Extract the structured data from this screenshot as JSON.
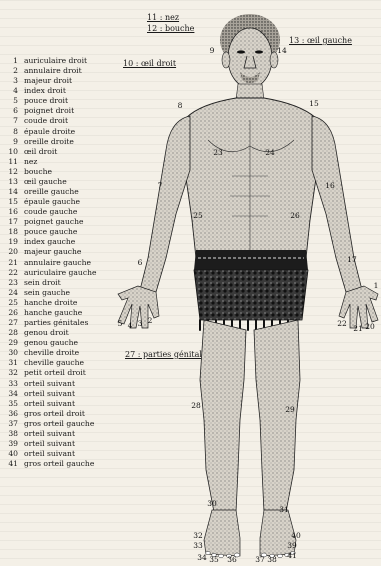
{
  "legend": [
    {
      "n": "1",
      "label": "auriculaire droit"
    },
    {
      "n": "2",
      "label": "annulaire droit"
    },
    {
      "n": "3",
      "label": "majeur droit"
    },
    {
      "n": "4",
      "label": "index droit"
    },
    {
      "n": "5",
      "label": "pouce droit"
    },
    {
      "n": "6",
      "label": "poignet droit"
    },
    {
      "n": "7",
      "label": "coude droit"
    },
    {
      "n": "8",
      "label": "épaule droite"
    },
    {
      "n": "9",
      "label": "oreille droite"
    },
    {
      "n": "10",
      "label": "œil droit"
    },
    {
      "n": "11",
      "label": "nez"
    },
    {
      "n": "12",
      "label": "bouche"
    },
    {
      "n": "13",
      "label": "œil gauche"
    },
    {
      "n": "14",
      "label": "oreille gauche"
    },
    {
      "n": "15",
      "label": "épaule gauche"
    },
    {
      "n": "16",
      "label": "coude gauche"
    },
    {
      "n": "17",
      "label": "poignet gauche"
    },
    {
      "n": "18",
      "label": "pouce gauche"
    },
    {
      "n": "19",
      "label": "index gauche"
    },
    {
      "n": "20",
      "label": "majeur gauche"
    },
    {
      "n": "21",
      "label": "annulaire gauche"
    },
    {
      "n": "22",
      "label": "auriculaire gauche"
    },
    {
      "n": "23",
      "label": "sein droit"
    },
    {
      "n": "24",
      "label": "sein gauche"
    },
    {
      "n": "25",
      "label": "hanche droite"
    },
    {
      "n": "26",
      "label": "hanche gauche"
    },
    {
      "n": "27",
      "label": "parties génitales"
    },
    {
      "n": "28",
      "label": "genou droit"
    },
    {
      "n": "29",
      "label": "genou gauche"
    },
    {
      "n": "30",
      "label": "cheville droite"
    },
    {
      "n": "31",
      "label": "cheville gauche"
    },
    {
      "n": "32",
      "label": "petit orteil droit"
    },
    {
      "n": "33",
      "label": "orteil suivant"
    },
    {
      "n": "34",
      "label": "orteil suivant"
    },
    {
      "n": "35",
      "label": "orteil suivant"
    },
    {
      "n": "36",
      "label": "gros orteil droit"
    },
    {
      "n": "37",
      "label": "gros orteil gauche"
    },
    {
      "n": "38",
      "label": "orteil suivant"
    },
    {
      "n": "39",
      "label": "orteil suivant"
    },
    {
      "n": "40",
      "label": "orteil suivant"
    },
    {
      "n": "41",
      "label": "gros orteil gauche"
    }
  ],
  "callouts": {
    "nez": "11 : nez",
    "bouche": "12 : bouche",
    "oeil_gauche": "13 : œil gauche",
    "oeil_droit": "10 : œil droit",
    "parties_genitales": "27 : parties génitales"
  },
  "figure_numbers": [
    "1",
    "2",
    "3",
    "4",
    "5",
    "6",
    "7",
    "8",
    "9",
    "14",
    "15",
    "16",
    "17",
    "20",
    "21",
    "22",
    "23",
    "24",
    "25",
    "26",
    "28",
    "29",
    "30",
    "31",
    "32",
    "33",
    "34",
    "35",
    "36",
    "37",
    "38",
    "39",
    "40",
    "41"
  ],
  "colors": {
    "paper": "#f4f0e7",
    "ink": "#1a1a1a",
    "skin": "#cfcac0"
  }
}
